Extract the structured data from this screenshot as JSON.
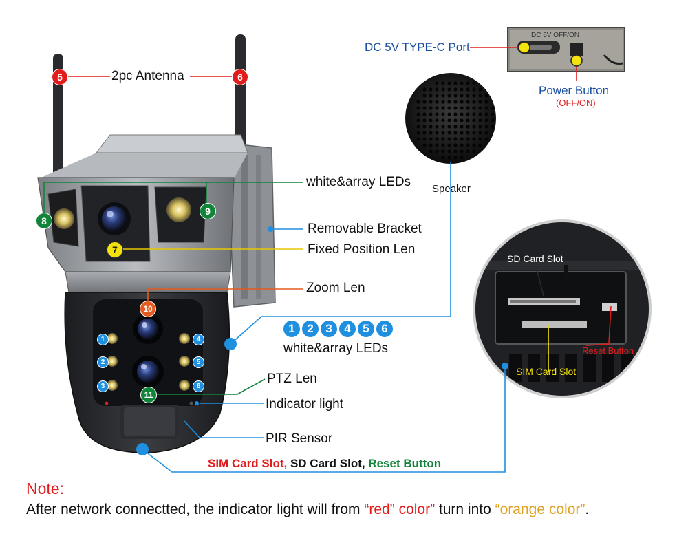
{
  "labels": {
    "antenna": "2pc Antenna",
    "white_leds_top": "white&array LEDs",
    "removable_bracket": "Removable Bracket",
    "fixed_len": "Fixed Position Len",
    "zoom_len": "Zoom Len",
    "white_leds_mid": "white&array LEDs",
    "ptz_len": "PTZ Len",
    "indicator_light": "Indicator light",
    "pir_sensor": "PIR Sensor",
    "dc_port": "DC 5V TYPE-C Port",
    "power_button": "Power Button",
    "power_button_sub": "(OFF/ON)",
    "speaker": "Speaker",
    "sd_card_slot": "SD Card Slot",
    "reset_button": "Reset Button",
    "sim_card_slot": "SIM Card Slot",
    "port_panel_text": "DC 5V  OFF/ON"
  },
  "slots_line": {
    "sim": "SIM Card Slot,",
    "sd": "SD Card Slot,",
    "reset": "Reset Button"
  },
  "badges": {
    "b5": "5",
    "b6": "6",
    "b7": "7",
    "b8": "8",
    "b9": "9",
    "b10": "10",
    "b11": "11"
  },
  "led_numbers": [
    "1",
    "2",
    "3",
    "4",
    "5",
    "6"
  ],
  "note": {
    "title": "Note:",
    "prefix": "After network connectted, the indicator light will from ",
    "red_text": "“red” color”",
    "middle": " turn into ",
    "orange_text": "“orange color”",
    "suffix": "."
  },
  "colors": {
    "red": "#e21b1b",
    "green": "#12843a",
    "yellow": "#f4e20c",
    "blue": "#1f8fe0",
    "orange": "#e0a020",
    "label_blue": "#1a4fa0"
  }
}
